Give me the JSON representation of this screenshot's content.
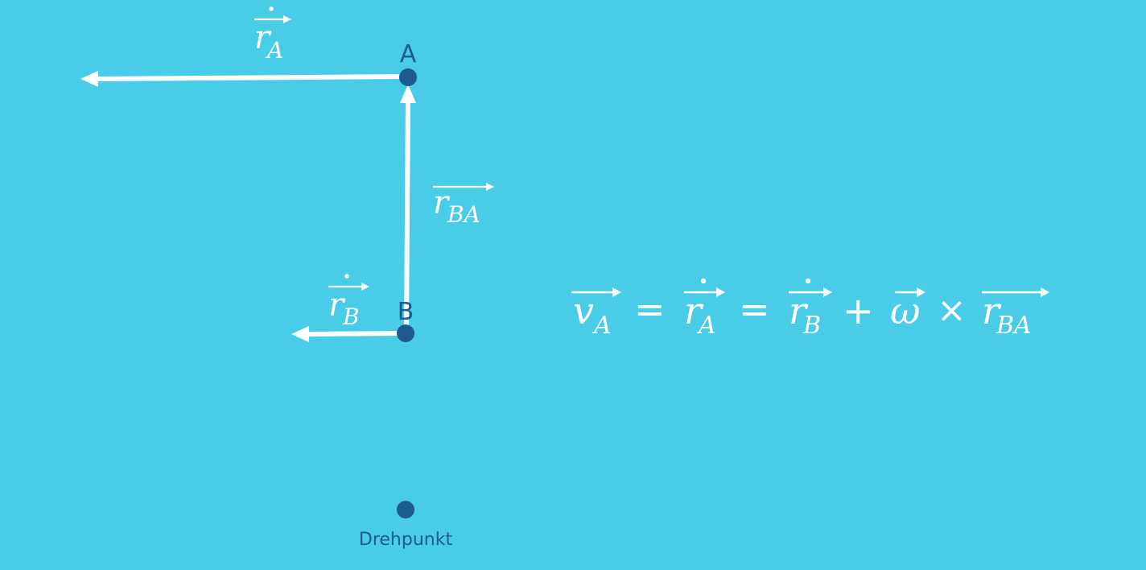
{
  "colors": {
    "background": "#48cce8",
    "vector": "#ffffff",
    "point": "#1d5a8e"
  },
  "points": {
    "a": {
      "label": "A"
    },
    "b": {
      "label": "B"
    },
    "pivot": {
      "label": "Drehpunkt"
    }
  },
  "vectors": {
    "rA_dot": {
      "base": "r",
      "sub": "A"
    },
    "rB_dot": {
      "base": "r",
      "sub": "B"
    },
    "rBA": {
      "base": "r",
      "sub": "BA"
    }
  },
  "equation": {
    "v": "v",
    "v_sub": "A",
    "eq1": "=",
    "rA": "r",
    "rA_sub": "A",
    "eq2": "=",
    "rB": "r",
    "rB_sub": "B",
    "plus": "+",
    "omega": "ω",
    "times": "×",
    "rBA": "r",
    "rBA_sub": "BA"
  }
}
